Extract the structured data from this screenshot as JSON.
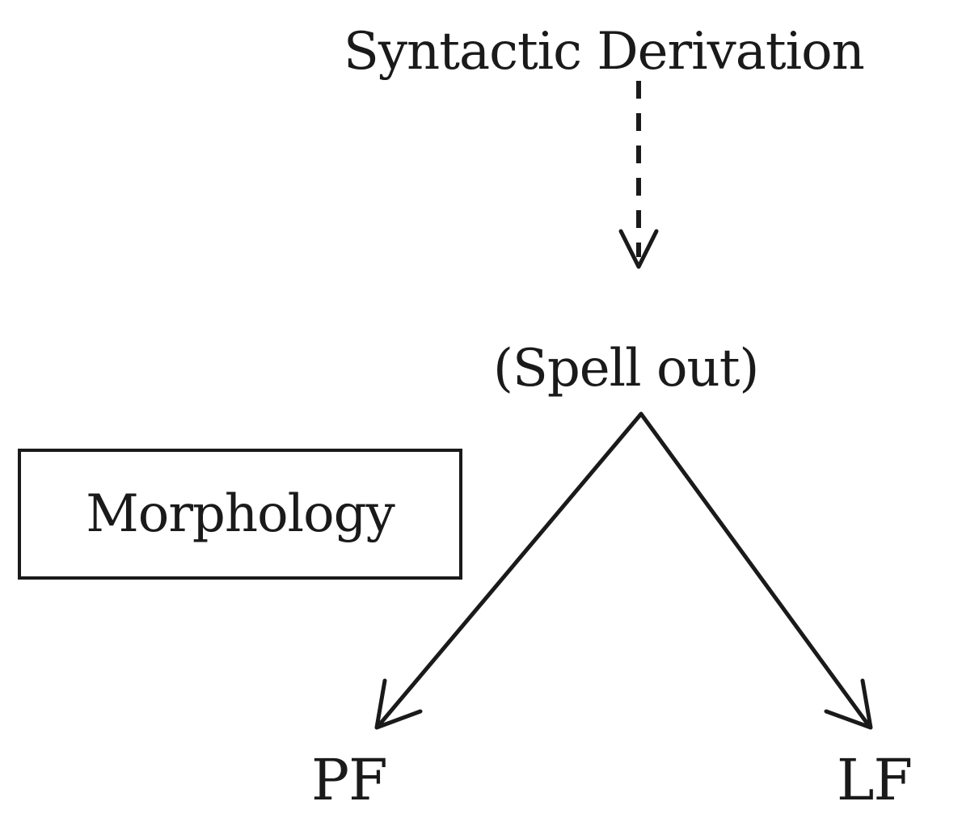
{
  "diagram": {
    "top_label": "Syntactic Derivation",
    "spell_out_label": "(Spell out)",
    "morphology_label": "Morphology",
    "pf_label": "PF",
    "lf_label": "LF"
  },
  "colors": {
    "ink": "#1a1a1a",
    "background": "#ffffff"
  }
}
